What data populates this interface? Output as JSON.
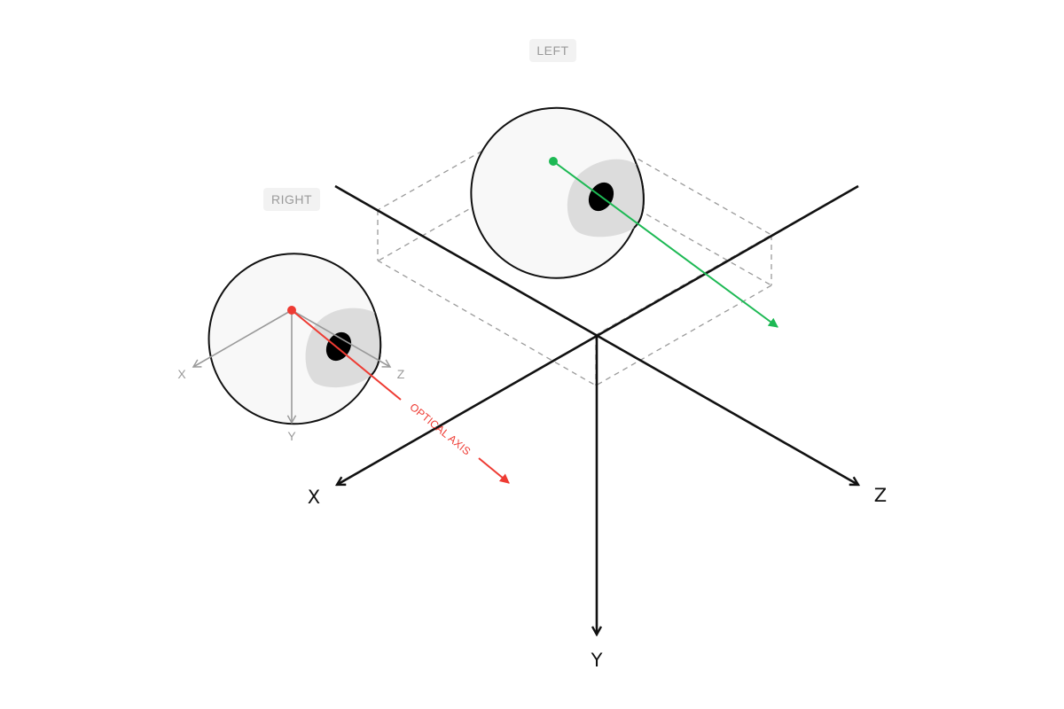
{
  "world_axes": {
    "x_label": "X",
    "y_label": "Y",
    "z_label": "Z",
    "color": "#111111"
  },
  "eyes": {
    "left": {
      "tag": "LEFT",
      "center_color": "#1db954",
      "gaze_color": "#1db954"
    },
    "right": {
      "tag": "RIGHT",
      "center_color": "#ee3b33",
      "gaze_color": "#ee3b33",
      "gaze_label": "OPTICAL AXIS",
      "local_axes": {
        "x_label": "X",
        "y_label": "Y",
        "z_label": "Z"
      }
    }
  },
  "colors": {
    "eyeball_fill": "#f8f8f8",
    "cornea_fill": "#dcdcdc",
    "pupil_fill": "#000000",
    "guide_lines": "#9a9a9a",
    "tag_background": "#f2f2f2",
    "local_axes": "#9a9a9a"
  }
}
